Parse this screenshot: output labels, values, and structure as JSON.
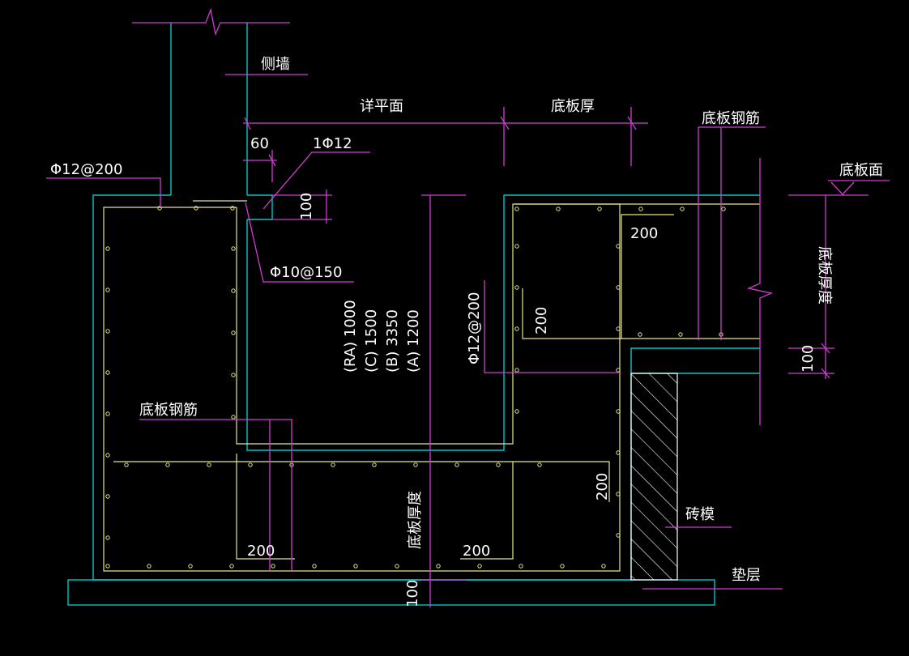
{
  "drawing": {
    "background": "#000000",
    "colors": {
      "outline": "#00c8c8",
      "rebar": "#e6e68c",
      "dimension": "#d23cd2",
      "text": "#ffffff",
      "dot": "#e6e68c"
    },
    "labels": {
      "side_wall": "侧墙",
      "detail_plane": "详平面",
      "slab_thickness": "底板厚",
      "slab_rebar_top": "底板钢筋",
      "slab_face": "底板面",
      "dim_60": "60",
      "bar_1phi12": "1Φ12",
      "bar_phi12_200_left": "Φ12@200",
      "dim_100_top": "100",
      "bar_phi10_150": "Φ10@150",
      "dim_200_right_top": "200",
      "dim_200_step": "200",
      "slab_thickness_vertical": "底板厚度",
      "dim_100_right": "100",
      "thickness_table": [
        "(RA) 1000",
        "(C) 1500",
        "(B) 3350",
        "(A) 1200"
      ],
      "bar_phi12_200_mid": "Φ12@200",
      "slab_rebar_left": "底板钢筋",
      "dim_200_mid_right": "200",
      "brick_formwork": "砖模",
      "dim_200_bottom_left": "200",
      "dim_200_bottom_mid": "200",
      "slab_thickness_bottom": "底板厚度",
      "dim_100_bottom": "100",
      "cushion_layer": "垫层"
    }
  }
}
